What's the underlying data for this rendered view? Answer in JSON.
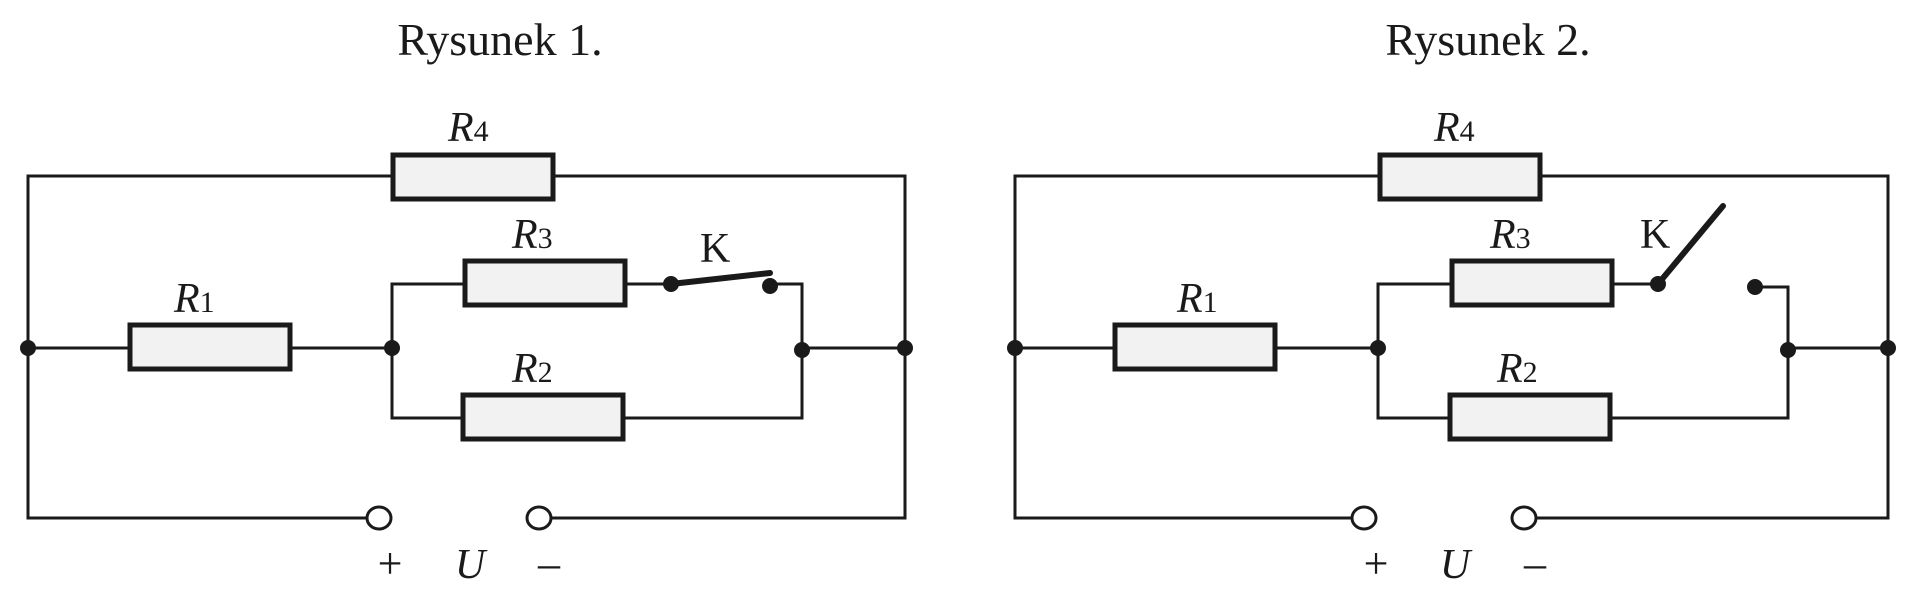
{
  "figures": [
    {
      "title": "Rysunek 1.",
      "switch_state": "closed",
      "resistors": [
        {
          "letter": "R",
          "index": "4"
        },
        {
          "letter": "R",
          "index": "3"
        },
        {
          "letter": "R",
          "index": "1"
        },
        {
          "letter": "R",
          "index": "2"
        }
      ],
      "switch_label": "K",
      "terminals": {
        "plus": "+",
        "voltage": "U",
        "minus": "–"
      }
    },
    {
      "title": "Rysunek 2.",
      "switch_state": "open",
      "resistors": [
        {
          "letter": "R",
          "index": "4"
        },
        {
          "letter": "R",
          "index": "3"
        },
        {
          "letter": "R",
          "index": "1"
        },
        {
          "letter": "R",
          "index": "2"
        }
      ],
      "switch_label": "K",
      "terminals": {
        "plus": "+",
        "voltage": "U",
        "minus": "–"
      }
    }
  ]
}
